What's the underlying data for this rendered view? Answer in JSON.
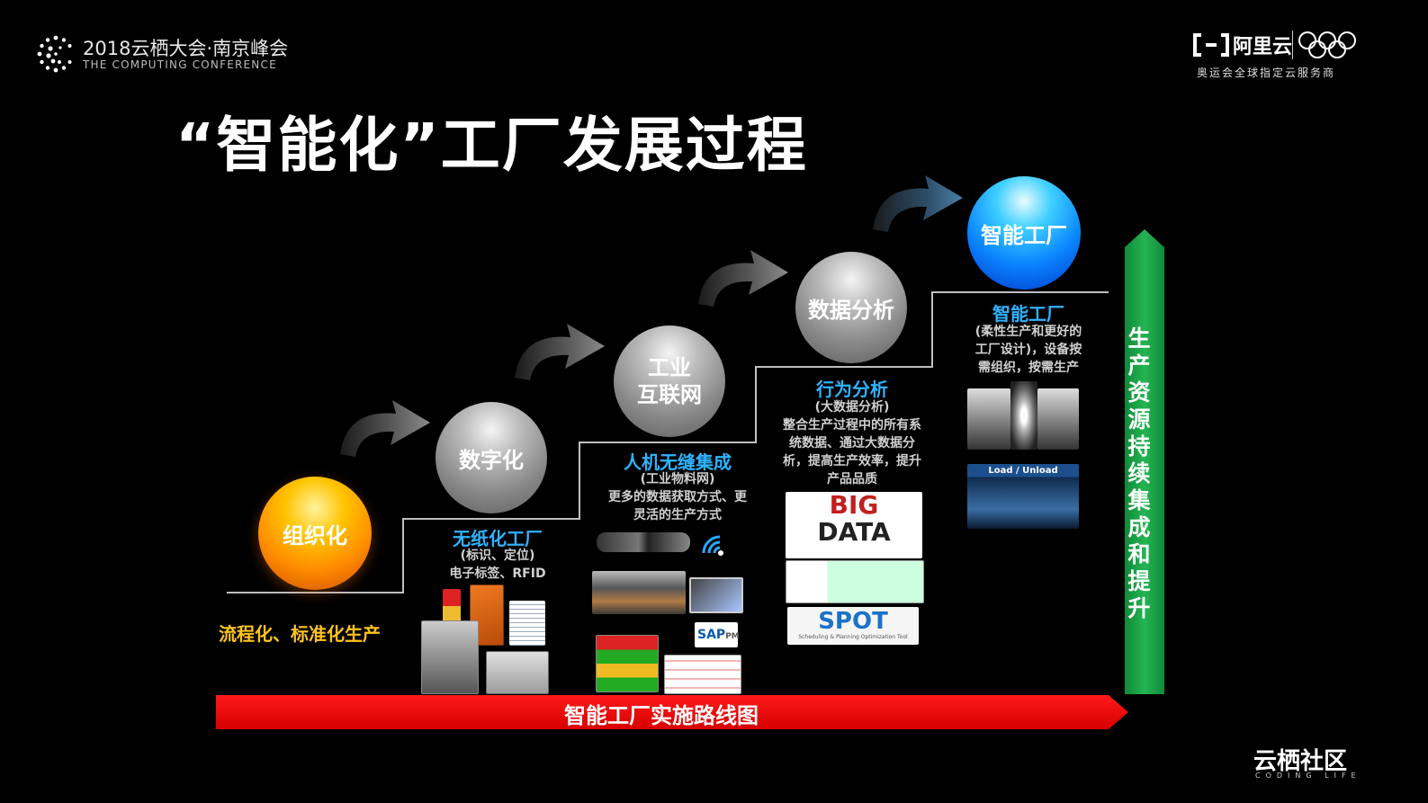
{
  "header": {
    "conference_name": "2018云栖大会·南京峰会",
    "conference_sub": "THE COMPUTING CONFERENCE",
    "brand_name": "阿里云",
    "brand_sub": "奥运会全球指定云服务商"
  },
  "title": "“智能化”工厂发展过程",
  "stages": [
    {
      "label": "组织化",
      "caption": "流程化、标准化生产"
    },
    {
      "label": "数字化",
      "caption_title": "无纸化工厂",
      "caption_lines": [
        "(标识、定位)",
        "电子标签、RFID"
      ]
    },
    {
      "label_line1": "工业",
      "label_line2": "互联网",
      "caption_title": "人机无缝集成",
      "caption_lines": [
        "(工业物料网)",
        "更多的数据获取方式、更",
        "灵活的生产方式"
      ]
    },
    {
      "label": "数据分析",
      "caption_title": "行为分析",
      "caption_lines": [
        "(大数据分析)",
        "整合生产过程中的所有系",
        "统数据、通过大数据分",
        "析，提高生产效率，提升",
        "产品品质"
      ]
    },
    {
      "label": "智能工厂",
      "caption_title": "智能工厂",
      "caption_lines": [
        "(柔性生产和更好的",
        "工厂设计)，设备按",
        "需组织，按需生产"
      ]
    }
  ],
  "images": {
    "big_data_line1": "BIG",
    "big_data_line2": "DATA",
    "spot": "SPOT",
    "spot_sub": "Scheduling & Planning Optimization Tool",
    "sap": "SAP",
    "sap_pm": "PM",
    "load_unload": "Load / Unload"
  },
  "green_arrow_label": "生产资源持续集成和提升",
  "roadmap_label": "智能工厂实施路线图",
  "footer": {
    "community": "云栖社区",
    "community_sub": "CODING LIFE"
  },
  "colors": {
    "background": "#000000",
    "orange_sphere": "#ff8c00",
    "blue_sphere": "#0a84ff",
    "gray_sphere": "#8a8a8a",
    "caption_blue": "#2fb3ff",
    "caption_yellow": "#ffc41c",
    "green_arrow": "#1fa84a",
    "red_arrow": "#ee0000"
  }
}
